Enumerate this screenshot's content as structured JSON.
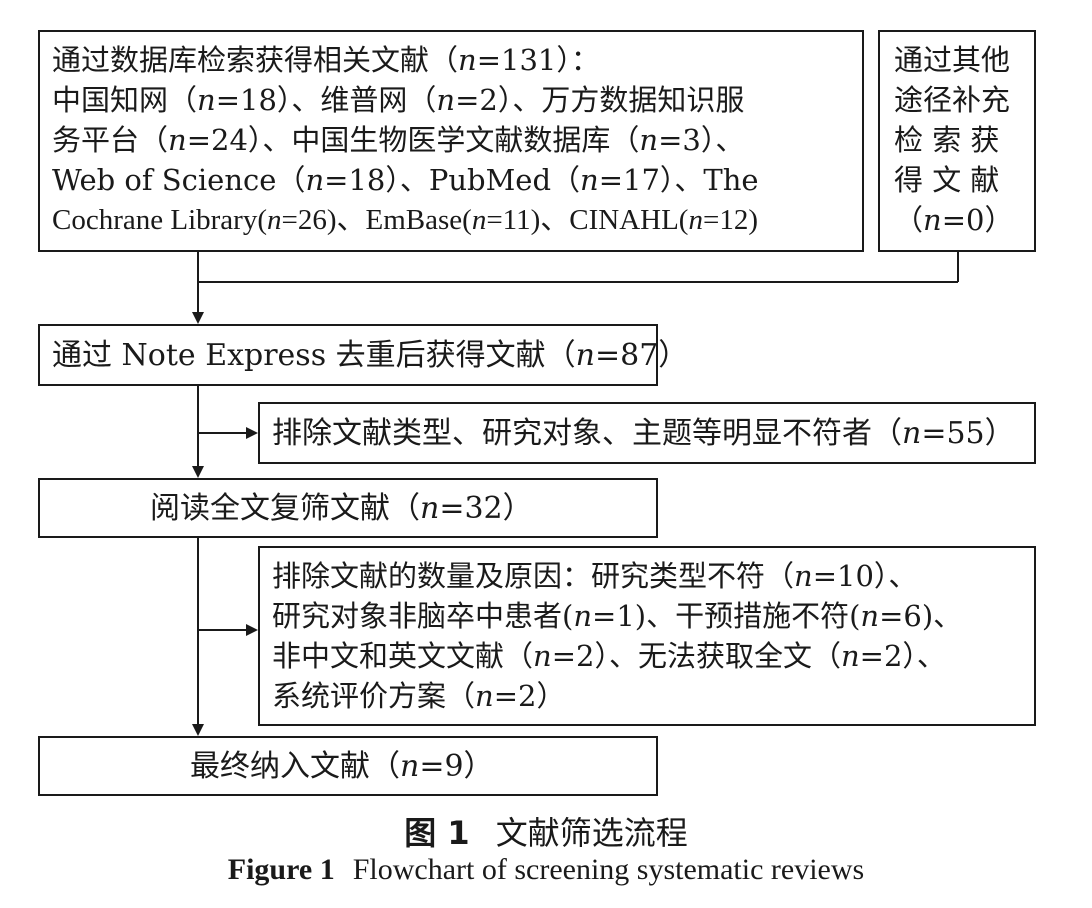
{
  "box_search": {
    "lines": [
      "通过数据库检索获得相关文献（n=131）：",
      "中国知网（n=18）、维普网（n=2）、万方数据知识服",
      "务平台（n=24）、中国生物医学文献数据库（n=3）、",
      "Web of Science（n=18）、PubMed（n=17）、The",
      "Cochrane Library(n=26)、EmBase(n=11)、CINAHL(n=12)"
    ]
  },
  "box_other": {
    "lines": [
      "通过其他",
      "途径补充",
      "检 索 获",
      "得 文 献",
      "（n=0）"
    ]
  },
  "box_dedup": {
    "text": "通过 Note Express 去重后获得文献（n=87）"
  },
  "box_excl1": {
    "text": "排除文献类型、研究对象、主题等明显不符者（n=55）"
  },
  "box_fulltext": {
    "text": "阅读全文复筛文献（n=32）"
  },
  "box_excl2": {
    "lines": [
      "排除文献的数量及原因：研究类型不符（n=10）、",
      "研究对象非脑卒中患者(n=1)、干预措施不符(n=6)、",
      "非中文和英文文献（n=2）、无法获取全文（n=2）、",
      "系统评价方案（n=2）"
    ]
  },
  "box_final": {
    "text": "最终纳入文献（n=9）"
  },
  "caption": {
    "cn_label": "图 1",
    "cn_title": "文献筛选流程",
    "en_label": "Figure 1",
    "en_title": "Flowchart of screening systematic reviews"
  }
}
